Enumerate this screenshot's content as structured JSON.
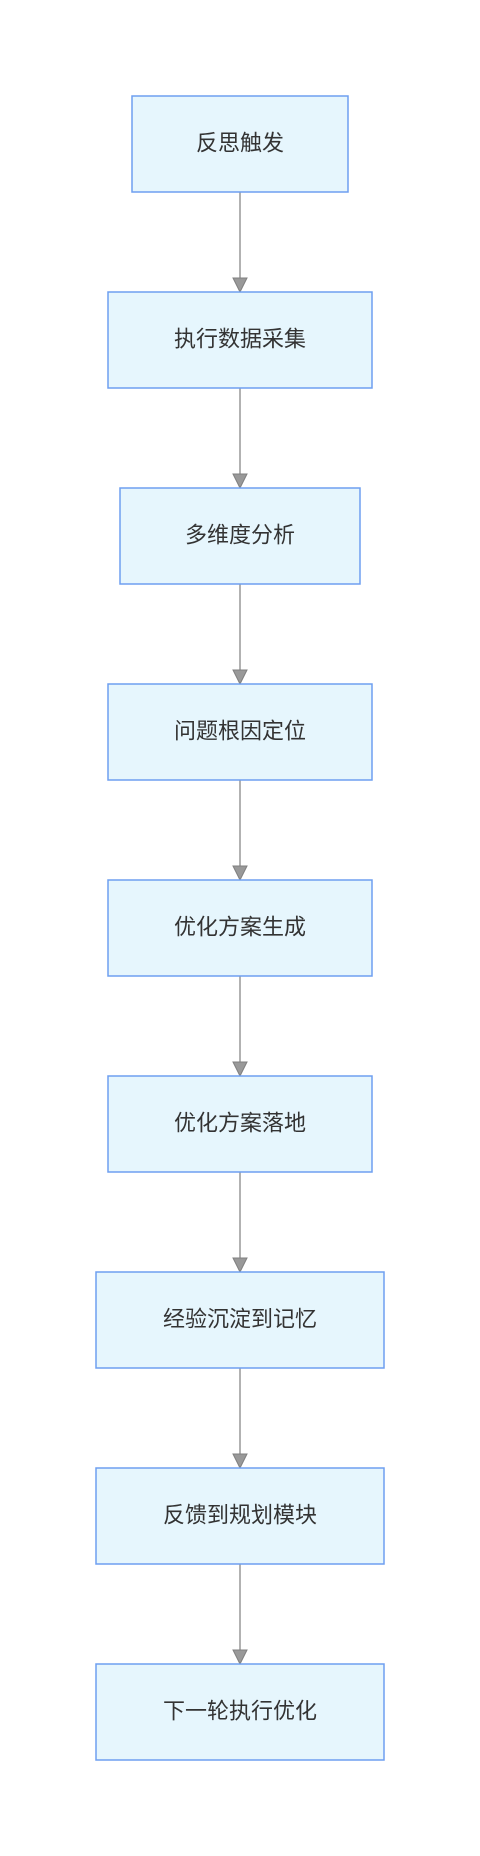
{
  "diagram": {
    "nodes": [
      {
        "id": "n1",
        "label": "反思触发"
      },
      {
        "id": "n2",
        "label": "执行数据采集"
      },
      {
        "id": "n3",
        "label": "多维度分析"
      },
      {
        "id": "n4",
        "label": "问题根因定位"
      },
      {
        "id": "n5",
        "label": "优化方案生成"
      },
      {
        "id": "n6",
        "label": "优化方案落地"
      },
      {
        "id": "n7",
        "label": "经验沉淀到记忆"
      },
      {
        "id": "n8",
        "label": "反馈到规划模块"
      },
      {
        "id": "n9",
        "label": "下一轮执行优化"
      }
    ],
    "edges": [
      {
        "from": "n1",
        "to": "n2"
      },
      {
        "from": "n2",
        "to": "n3"
      },
      {
        "from": "n3",
        "to": "n4"
      },
      {
        "from": "n4",
        "to": "n5"
      },
      {
        "from": "n5",
        "to": "n6"
      },
      {
        "from": "n6",
        "to": "n7"
      },
      {
        "from": "n7",
        "to": "n8"
      },
      {
        "from": "n8",
        "to": "n9"
      }
    ],
    "colors": {
      "node_fill": "#e6f6fd",
      "node_stroke": "#6e9ff0",
      "edge": "#999999",
      "text": "#333333"
    }
  }
}
